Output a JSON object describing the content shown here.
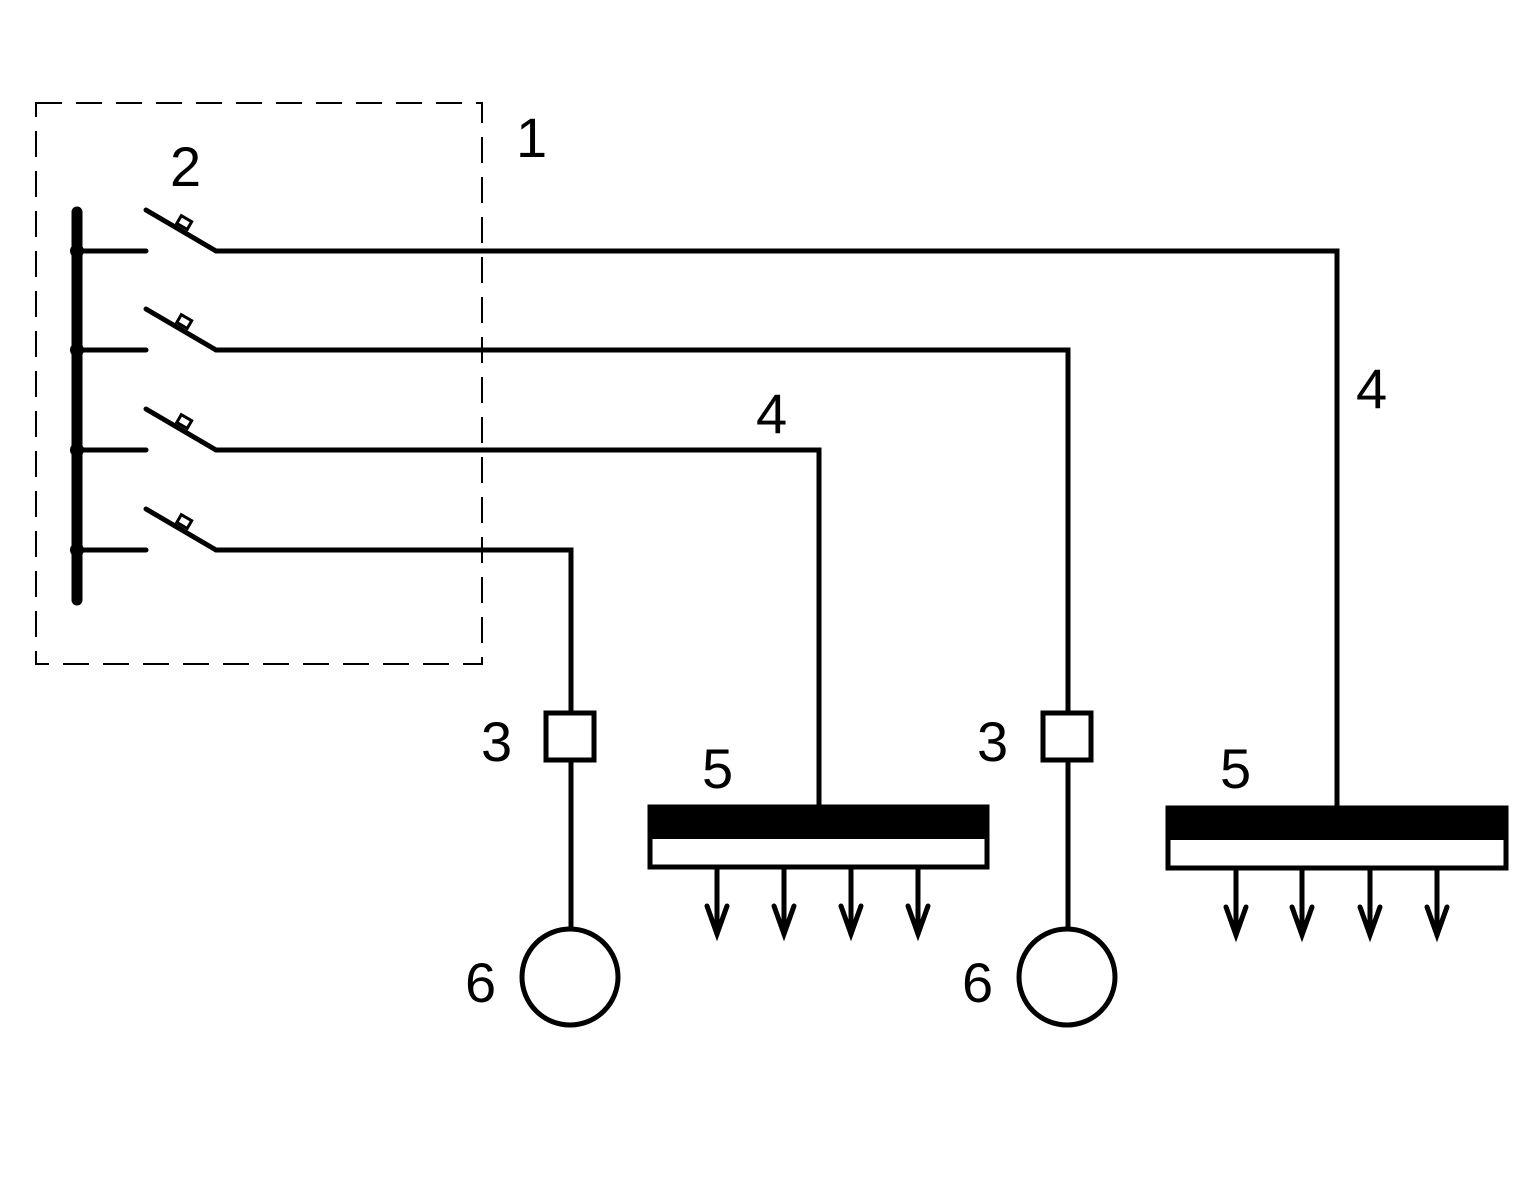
{
  "diagram": {
    "labels": {
      "panel": "1",
      "breaker": "2",
      "junction_left": "3",
      "junction_right": "3",
      "cable_middle": "4",
      "cable_right": "4",
      "manifold_left": "5",
      "manifold_right": "5",
      "device_left": "6",
      "device_right": "6"
    },
    "components": {
      "breakers": 4,
      "manifold_outlets": 4
    }
  }
}
